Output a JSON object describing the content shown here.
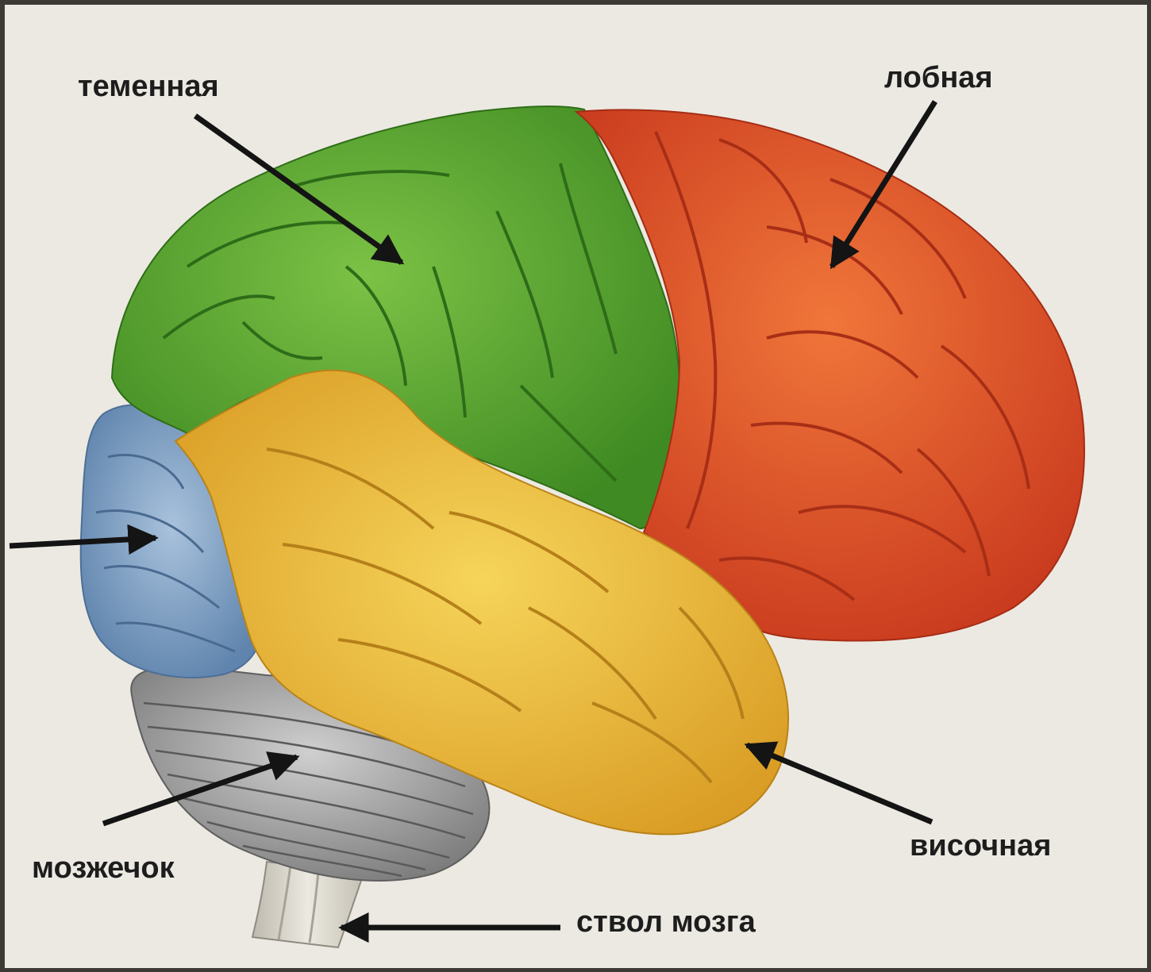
{
  "labels": {
    "parietal": "теменная",
    "frontal": "лобная",
    "temporal": "височная",
    "cerebellum": "мозжечок",
    "brainstem": "ствол мозга"
  },
  "colors": {
    "parietal": "#5aa52c",
    "frontal": "#e0512a",
    "temporal": "#e8b534",
    "occipital": "#7e9ec0",
    "cerebellum": "#a6a6a6",
    "brainstem": "#d9d6cc",
    "arrow": "#141414",
    "background": "#ece9e2"
  }
}
